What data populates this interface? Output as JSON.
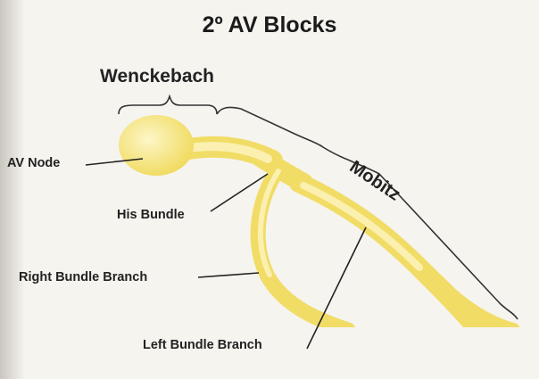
{
  "title": "2º AV Blocks",
  "labels": {
    "wenckebach": "Wenckebach",
    "mobitz": "Mobitz",
    "av_node": "AV Node",
    "his_bundle": "His Bundle",
    "right_bundle_branch": "Right Bundle Branch",
    "left_bundle_branch": "Left Bundle Branch"
  },
  "colors": {
    "conduction_fill": "#f3e27a",
    "conduction_core": "#fbf1b5",
    "background": "#f6f4ef",
    "text": "#222222"
  }
}
